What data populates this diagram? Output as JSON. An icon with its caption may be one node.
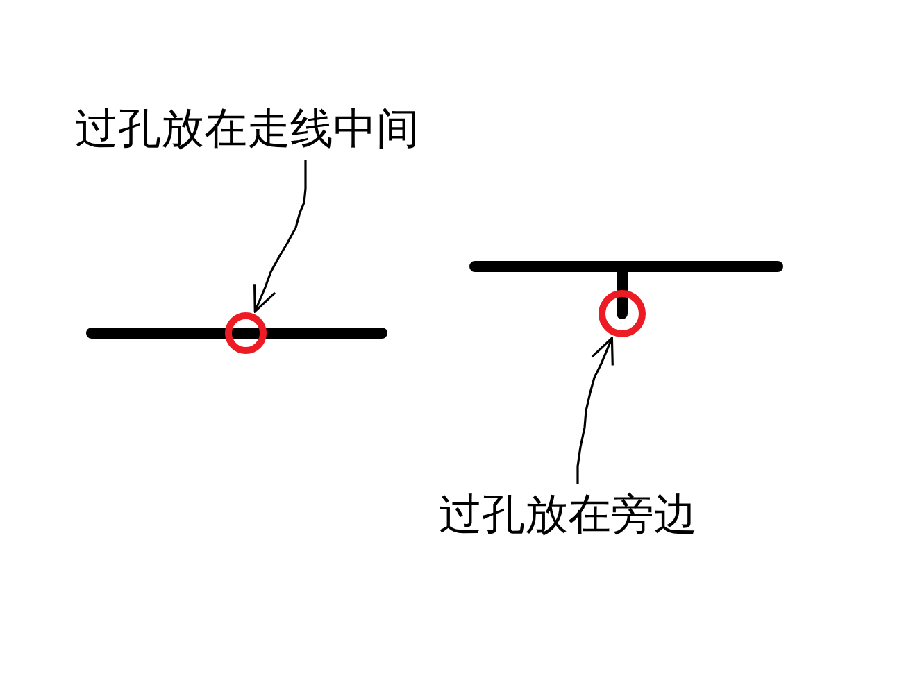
{
  "diagram": {
    "nodes": [
      {
        "text": [
          "过孔放在走线中间"
        ]
      },
      {
        "text": [],
        "shape": "circle"
      },
      {
        "text": [],
        "shape": "circle"
      },
      {
        "text": [
          "过孔放在旁边"
        ]
      }
    ],
    "edges": [
      {
        "from": 0,
        "to": 1,
        "arrow": "to"
      },
      {
        "from": 3,
        "to": 2,
        "arrow": "to"
      }
    ]
  }
}
